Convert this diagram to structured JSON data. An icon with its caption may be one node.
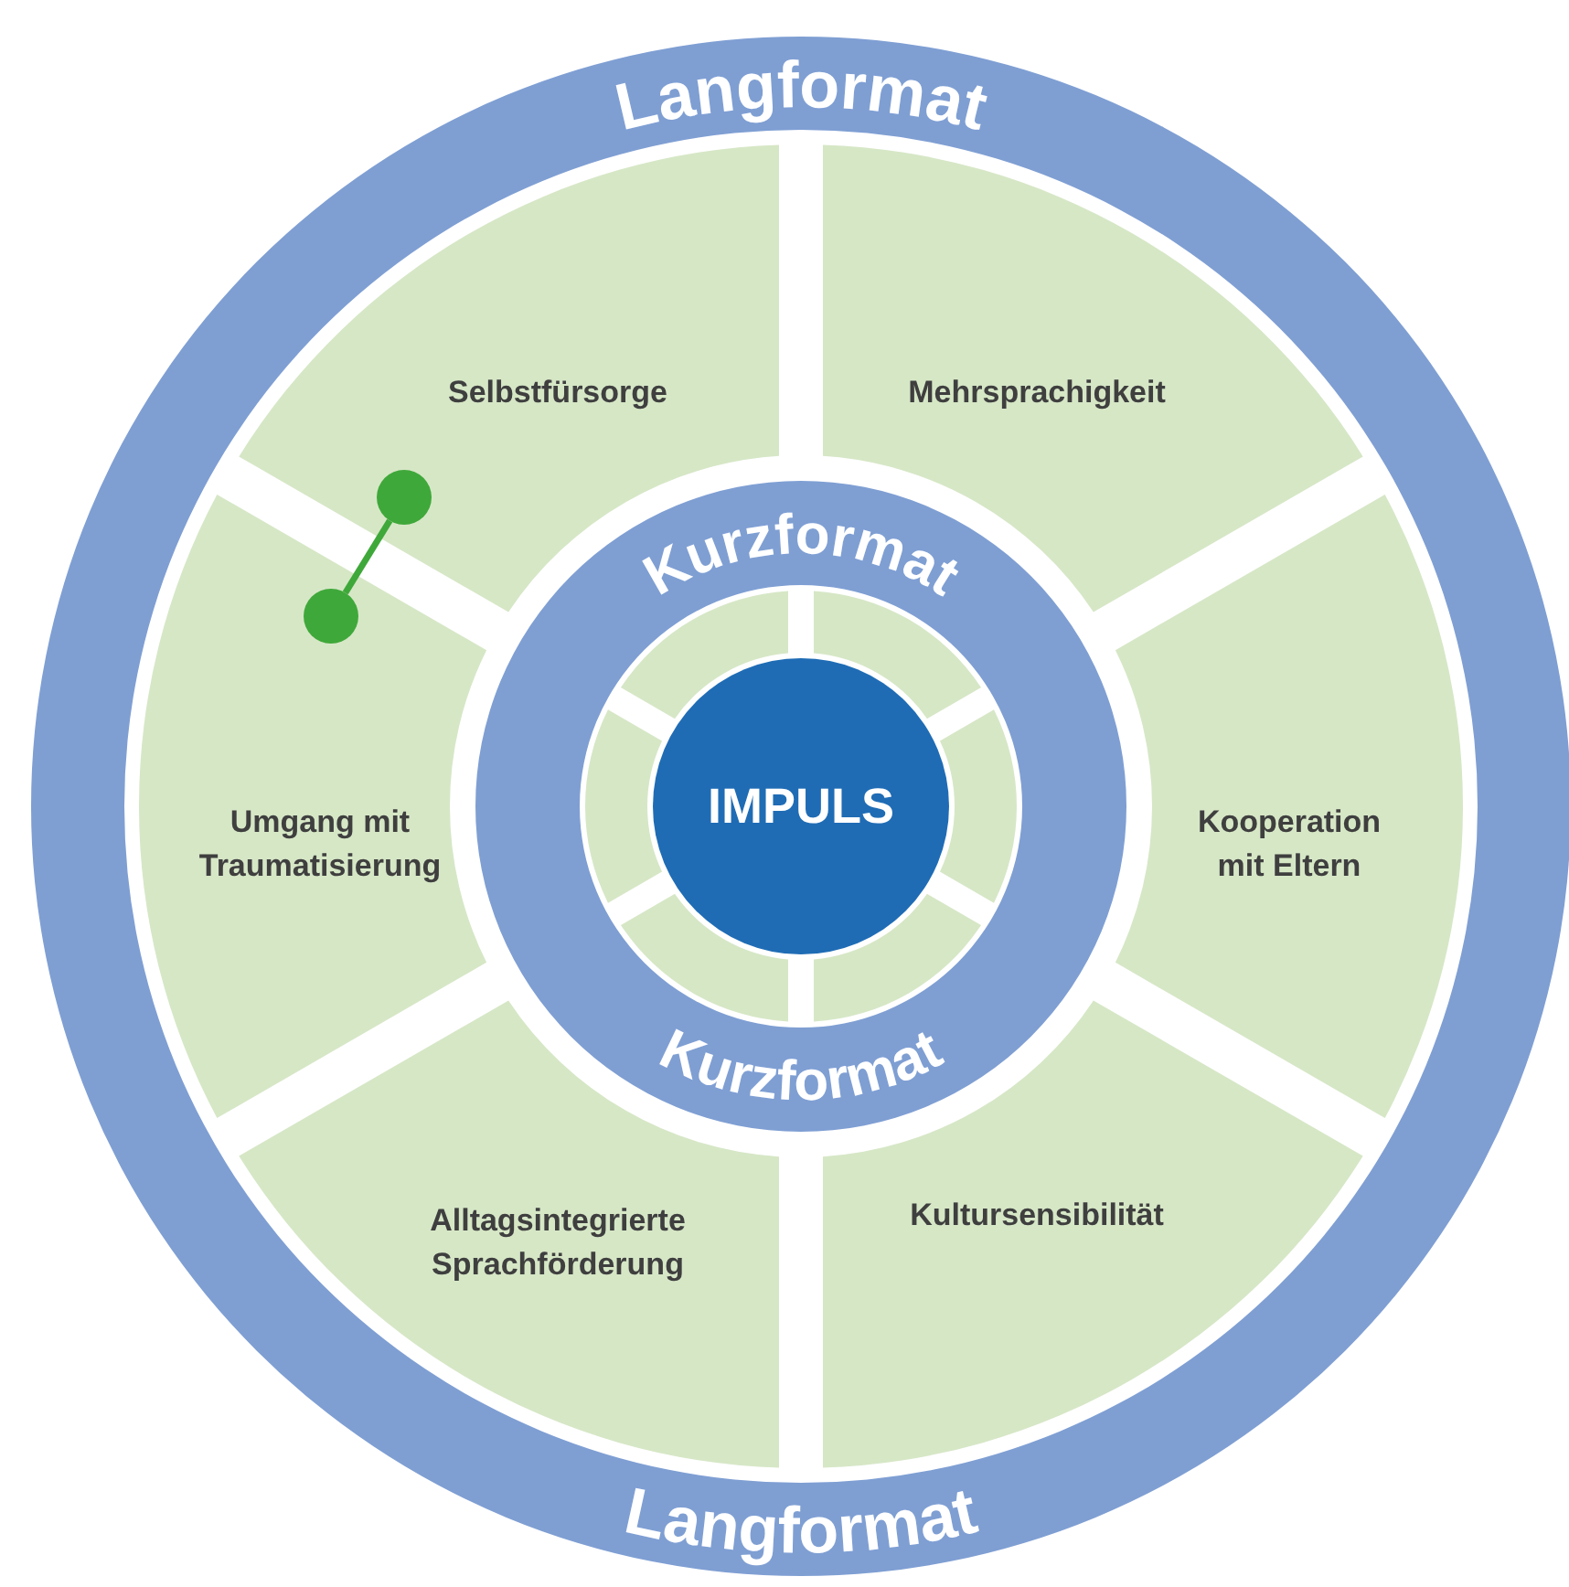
{
  "diagram": {
    "nodes": [
      {
        "text": [
          "Langformat",
          "Langformat"
        ]
      },
      {
        "text": [
          "Selbstfürsorge"
        ],
        "in": 0
      },
      {
        "text": [
          "Mehrsprachigkeit"
        ],
        "in": 0
      },
      {
        "text": [
          "Umgang mit Traumatisierung"
        ],
        "in": 0
      },
      {
        "text": [
          "Kooperation mit Eltern"
        ],
        "in": 0
      },
      {
        "text": [
          "Alltagsintegrierte Sprachförderung"
        ],
        "in": 0
      },
      {
        "text": [
          "Kultursensibilität"
        ],
        "in": 0
      },
      {
        "text": [
          "Kurzformat",
          "Kurzformat"
        ],
        "in": 0
      },
      {
        "text": [],
        "shape": "wedge",
        "in": 7
      },
      {
        "text": [],
        "shape": "wedge",
        "in": 7
      },
      {
        "text": [],
        "shape": "wedge",
        "in": 7
      },
      {
        "text": [],
        "shape": "wedge",
        "in": 7
      },
      {
        "text": [],
        "shape": "wedge",
        "in": 7
      },
      {
        "text": [],
        "shape": "wedge",
        "in": 7
      },
      {
        "text": [
          "IMPULS"
        ],
        "in": 7
      },
      {
        "text": [],
        "shape": "circle",
        "in": 1
      },
      {
        "text": [],
        "shape": "circle",
        "in": 3
      }
    ],
    "edges": [
      {
        "from": 15,
        "to": 16,
        "arrow": "none"
      }
    ]
  }
}
